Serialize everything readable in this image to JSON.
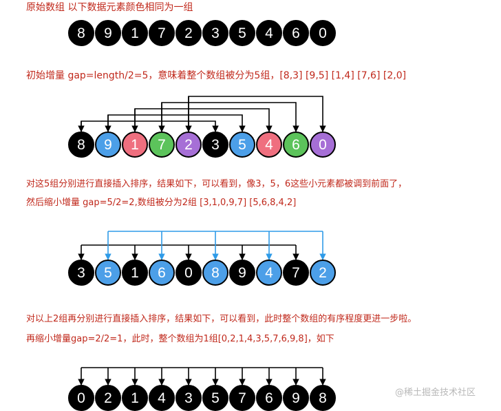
{
  "captions": {
    "c1": "原始数组   以下数据元素颜色相同为一组",
    "c2": "初始增量 gap=length/2=5，意味着整个数组被分为5组，[8,3] [9,5] [1,4] [7,6] [2,0]",
    "c3": "对这5组分别进行直接插入排序，结果如下，可以看到，像3，5，6这些小元素都被调到前面了，",
    "c4": "然后缩小增量 gap=5/2=2,数组被分为2组 [3,1,0,9,7] [5,6,8,4,2]",
    "c5": "对以上2组再分别进行直接插入排序，结果如下，可以看到，此时整个数组的有序程度更进一步啦。",
    "c6": "再缩小增量gap=2/2=1，此时，整个数组为1组[0,2,1,4,3,5,7,6,9,8]，如下"
  },
  "watermark": "@稀土掘金技术社区",
  "colors": {
    "black": "#000000",
    "blue": "#4c9fe8",
    "pink": "#ef6f7f",
    "green": "#5cc35b",
    "purple": "#a66fd6",
    "caption": "#c0281b",
    "arrow_blue": "#2f9be8"
  },
  "rows": [
    {
      "name": "original",
      "values": [
        "8",
        "9",
        "1",
        "7",
        "2",
        "3",
        "5",
        "4",
        "6",
        "0"
      ],
      "colors": [
        "black",
        "black",
        "black",
        "black",
        "black",
        "black",
        "black",
        "black",
        "black",
        "black"
      ]
    },
    {
      "name": "gap5",
      "values": [
        "8",
        "9",
        "1",
        "7",
        "2",
        "3",
        "5",
        "4",
        "6",
        "0"
      ],
      "colors": [
        "black",
        "blue",
        "pink",
        "green",
        "purple",
        "black",
        "blue",
        "pink",
        "green",
        "purple"
      ]
    },
    {
      "name": "gap2",
      "values": [
        "3",
        "5",
        "1",
        "6",
        "0",
        "8",
        "9",
        "4",
        "7",
        "2"
      ],
      "colors": [
        "black",
        "blue",
        "black",
        "blue",
        "black",
        "blue",
        "black",
        "blue",
        "black",
        "blue"
      ]
    },
    {
      "name": "gap1",
      "values": [
        "0",
        "2",
        "1",
        "4",
        "3",
        "5",
        "7",
        "6",
        "9",
        "8"
      ],
      "colors": [
        "black",
        "black",
        "black",
        "black",
        "black",
        "black",
        "black",
        "black",
        "black",
        "black"
      ]
    }
  ]
}
